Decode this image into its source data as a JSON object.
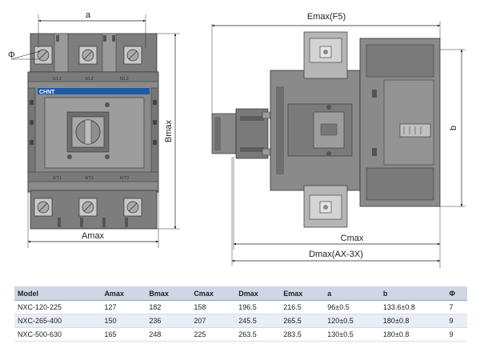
{
  "drawing": {
    "front": {
      "dim_a": "a",
      "dim_amax": "Amax",
      "dim_bmax": "Bmax",
      "dim_phi": "Φ",
      "brand": "CHNT",
      "terminals_top": [
        "1/L1",
        "3/L2",
        "5/L3"
      ],
      "terminals_bottom": [
        "2/T1",
        "4/T2",
        "6/T3"
      ]
    },
    "side": {
      "dim_emax": "Emax(F5)",
      "dim_cmax": "Cmax",
      "dim_dmax": "Dmax(AX-3X)",
      "dim_b": "b"
    }
  },
  "table": {
    "headers": [
      "Model",
      "Amax",
      "Bmax",
      "Cmax",
      "Dmax",
      "Emax",
      "a",
      "b",
      "Φ"
    ],
    "rows": [
      [
        "NXC-120-225",
        "127",
        "182",
        "158",
        "196.5",
        "216.5",
        "96±0.5",
        "133.6±0.8",
        "7"
      ],
      [
        "NXC-265-400",
        "150",
        "236",
        "207",
        "245.5",
        "265.5",
        "120±0.5",
        "180±0.8",
        "9"
      ],
      [
        "NXC-500-630",
        "165",
        "248",
        "225",
        "263.5",
        "283.5",
        "130±0.5",
        "180±0.8",
        "9"
      ]
    ]
  },
  "colors": {
    "body": "#8a8a8a",
    "body_light": "#b5b5b5",
    "body_dark": "#5e5e5e",
    "brand_bar": "#1f5aa6",
    "table_header": "#cfd6e4",
    "table_alt": "#e8edf6"
  }
}
